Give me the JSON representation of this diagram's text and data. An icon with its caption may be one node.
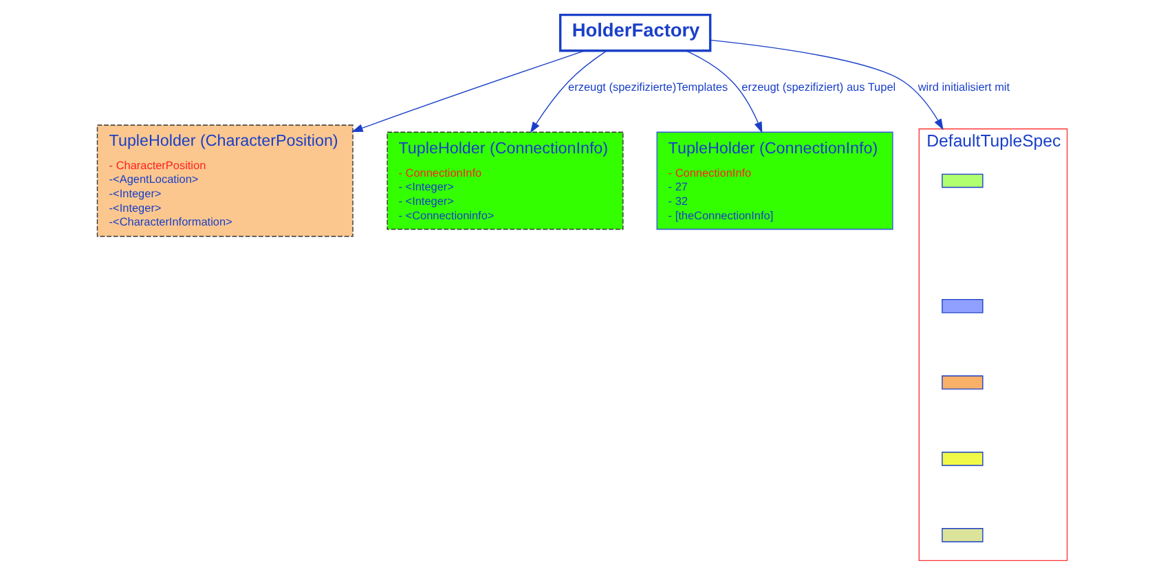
{
  "diagram": {
    "nodes": [
      {
        "text": [
          "HolderFactory"
        ]
      },
      {
        "text": [
          "TupleHolder (CharacterPosition)",
          "- CharacterPosition",
          "-<AgentLocation>",
          "-<Integer>",
          "-<Integer>",
          "-<CharacterInformation>"
        ]
      },
      {
        "text": [
          "TupleHolder (ConnectionInfo)",
          "- ConnectionInfo",
          "- <Integer>",
          "- <Integer>",
          "- <Connectioninfo>"
        ]
      },
      {
        "text": [
          "TupleHolder (ConnectionInfo)",
          "- ConnectionInfo",
          "- 27",
          "- 32",
          "- [theConnectionInfo]"
        ]
      },
      {
        "text": [
          "DefaultTupleSpec"
        ]
      },
      {
        "text": [],
        "shape": "bar",
        "in": 4
      },
      {
        "text": [],
        "shape": "bar",
        "in": 4
      },
      {
        "text": [],
        "shape": "bar",
        "in": 4
      },
      {
        "text": [],
        "shape": "bar",
        "in": 4
      },
      {
        "text": [],
        "shape": "bar",
        "in": 4
      }
    ],
    "edges": [
      {
        "from": 0,
        "to": 1,
        "arrow": "to"
      },
      {
        "from": 0,
        "to": 2,
        "arrow": "to",
        "label": "erzeugt (spezifizierte)Templates"
      },
      {
        "from": 0,
        "to": 3,
        "arrow": "to",
        "label": "erzeugt (spezifiziert) aus Tupel"
      },
      {
        "from": 0,
        "to": 4,
        "arrow": "to",
        "label": "wird initialisiert mit"
      }
    ]
  }
}
